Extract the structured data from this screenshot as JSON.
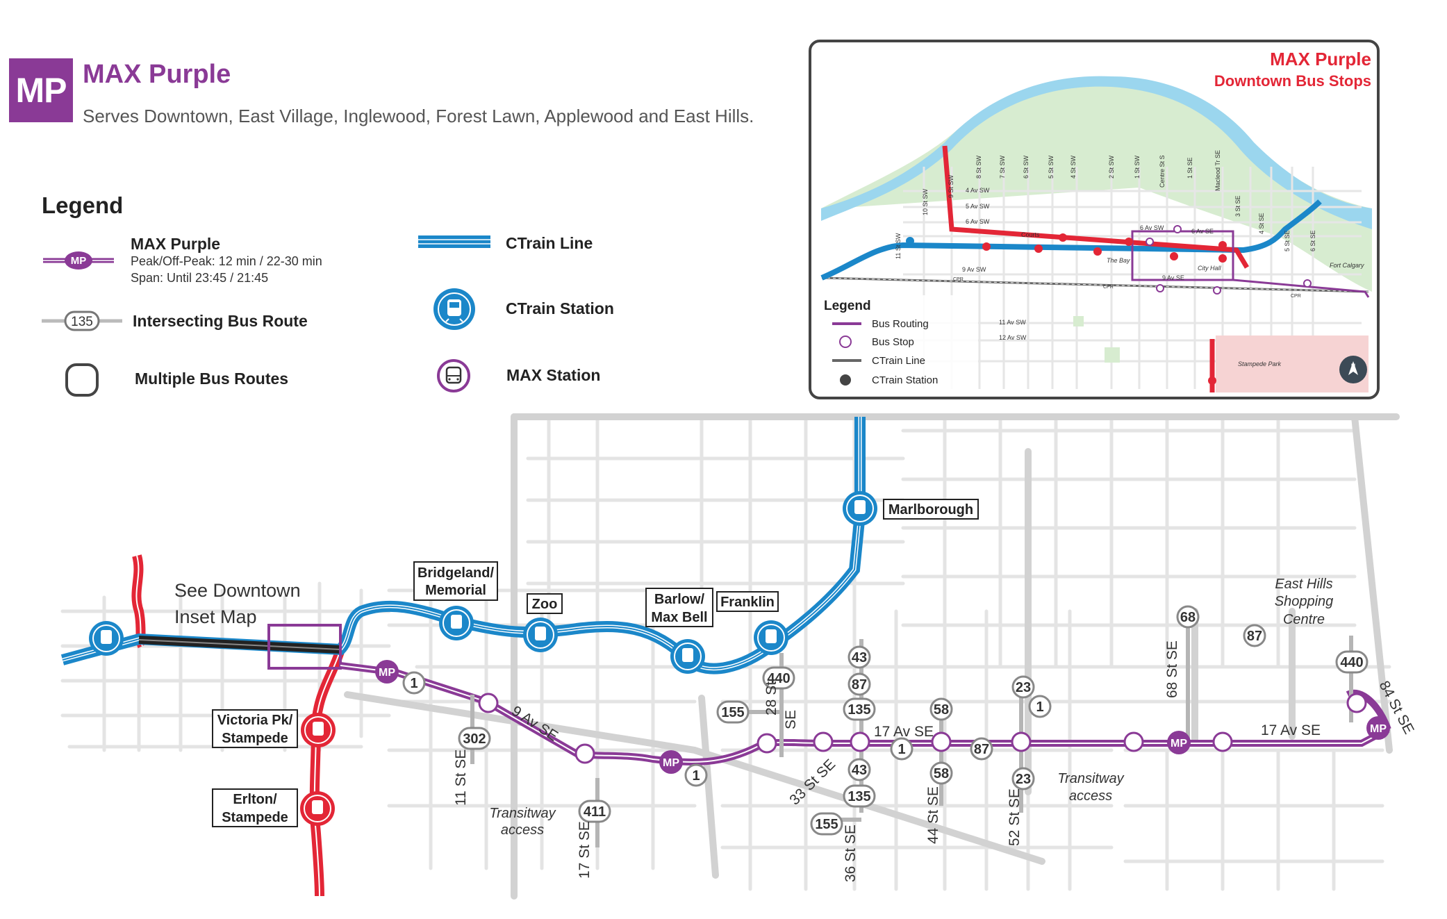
{
  "header": {
    "badge": "MP",
    "title": "MAX Purple",
    "subtitle": "Serves Downtown, East Village, Inglewood, Forest Lawn, Applewood and East Hills."
  },
  "legend": {
    "title": "Legend",
    "max_purple": {
      "label": "MAX Purple",
      "peak": "Peak/Off-Peak: 12 min / 22-30 min",
      "span": "Span: Until 23:45 / 21:45",
      "symbol": "MP"
    },
    "bus_route": {
      "label": "Intersecting Bus Route",
      "symbol": "135"
    },
    "multiple": {
      "label": "Multiple Bus Routes"
    },
    "ctrain_line": {
      "label": "CTrain Line"
    },
    "ctrain_station": {
      "label": "CTrain Station"
    },
    "max_station": {
      "label": "MAX Station"
    }
  },
  "inset": {
    "title": "MAX Purple",
    "subtitle": "Downtown Bus Stops",
    "legend_title": "Legend",
    "legend_items": [
      "Bus Routing",
      "Bus Stop",
      "CTrain Line",
      "CTrain Station"
    ],
    "streets_v": [
      "10 St SW",
      "9 St SW",
      "8 St SW",
      "7 St SW",
      "6 St SW",
      "5 St SW",
      "4 St SW",
      "2 St SW",
      "1 St SW",
      "Centre St S",
      "1 St SE",
      "Macleod Tr SE",
      "3 St SE",
      "4 St SE",
      "5 St SE",
      "6 St SE",
      "11 St SW"
    ],
    "streets_h": [
      "4 Av SW",
      "5 Av SW",
      "6 Av SW",
      "6 Av SW",
      "6 Av SE",
      "9 Av SW",
      "9 Av SE",
      "11 Av SW",
      "12 Av SW"
    ],
    "places": [
      "Courts",
      "The Bay",
      "City Hall",
      "Fort Calgary",
      "Stampede Park"
    ],
    "rail": [
      "CPR",
      "CPR",
      "CPR"
    ],
    "north": "N"
  },
  "map": {
    "downtown_note": [
      "See Downtown",
      "Inset Map"
    ],
    "stations": [
      "Bridgeland/",
      "Memorial",
      "Zoo",
      "Barlow/",
      "Max Bell",
      "Franklin",
      "Marlborough",
      "Victoria Pk/",
      "Stampede",
      "Erlton/",
      "Stampede"
    ],
    "mall": [
      "East Hills",
      "Shopping",
      "Centre"
    ],
    "transitway": [
      "Transitway",
      "access",
      "Transitway",
      "access"
    ],
    "streets": [
      "9 Av SE",
      "17 Av SE",
      "17 Av SE",
      "11 St SE",
      "17 St SE",
      "28 St",
      "SE",
      "33 St SE",
      "36 St SE",
      "44 St SE",
      "52 St SE",
      "68 St SE",
      "84 St SE"
    ],
    "routes": [
      "1",
      "302",
      "411",
      "1",
      "155",
      "440",
      "43",
      "87",
      "135",
      "1",
      "43",
      "135",
      "155",
      "58",
      "58",
      "87",
      "23",
      "1",
      "23",
      "68",
      "87",
      "440"
    ],
    "mp_markers": [
      "MP",
      "MP",
      "MP",
      "MP"
    ]
  },
  "colors": {
    "purple": "#8a3a96",
    "ctrain_blue": "#1b87c9",
    "red_line": "#e32636",
    "grey_road": "#d8d8d8"
  }
}
